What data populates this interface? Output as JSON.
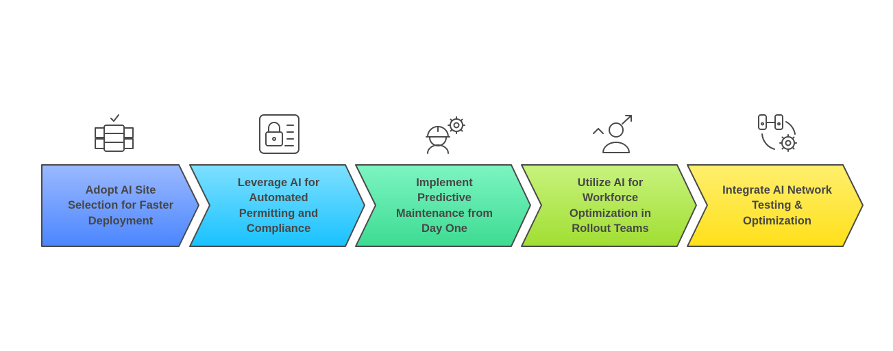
{
  "steps": [
    {
      "label": "Adopt AI Site\nSelection for Faster\nDeployment",
      "icon": "server-check-icon",
      "color_top": "#9BB9FF",
      "color_bottom": "#4B86FF"
    },
    {
      "label": "Leverage AI for\nAutomated\nPermitting and\nCompliance",
      "icon": "document-lock-icon",
      "color_top": "#7EE0FF",
      "color_bottom": "#19C2FF"
    },
    {
      "label": "Implement\nPredictive\nMaintenance from\nDay One",
      "icon": "worker-gear-icon",
      "color_top": "#7DF5C2",
      "color_bottom": "#3DDB92"
    },
    {
      "label": "Utilize AI for\nWorkforce\nOptimization in\nRollout Teams",
      "icon": "person-growth-icon",
      "color_top": "#C8F37D",
      "color_bottom": "#A1DE32"
    },
    {
      "label": "Integrate AI  Network\nTesting &\nOptimization",
      "icon": "network-gear-icon",
      "color_top": "#FFEF6E",
      "color_bottom": "#FFE01A"
    }
  ]
}
